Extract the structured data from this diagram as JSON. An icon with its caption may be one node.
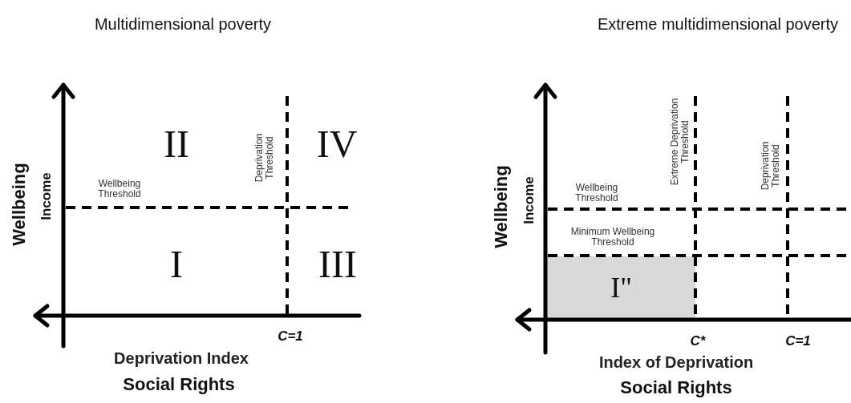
{
  "diagram": {
    "nodes": [
      {
        "text": [
          "I\""
        ]
      }
    ],
    "labels": [
      "Multidimensional poverty",
      "Extreme multidimensional poverty",
      "Wellbeing",
      "Income",
      "II",
      "Deprivation Threshold",
      "IV",
      "Wellbeing Threshold",
      "I",
      "III",
      "C=1",
      "Deprivation Index",
      "Social Rights",
      "Wellbeing",
      "Income",
      "Extreme Deprivation Threshold",
      "Deprivation Threshold",
      "Wellbeing Threshold",
      "Minimum Wellbeing Threshold",
      "C*",
      "C=1",
      "Index of Deprivation",
      "Social Rights"
    ]
  }
}
